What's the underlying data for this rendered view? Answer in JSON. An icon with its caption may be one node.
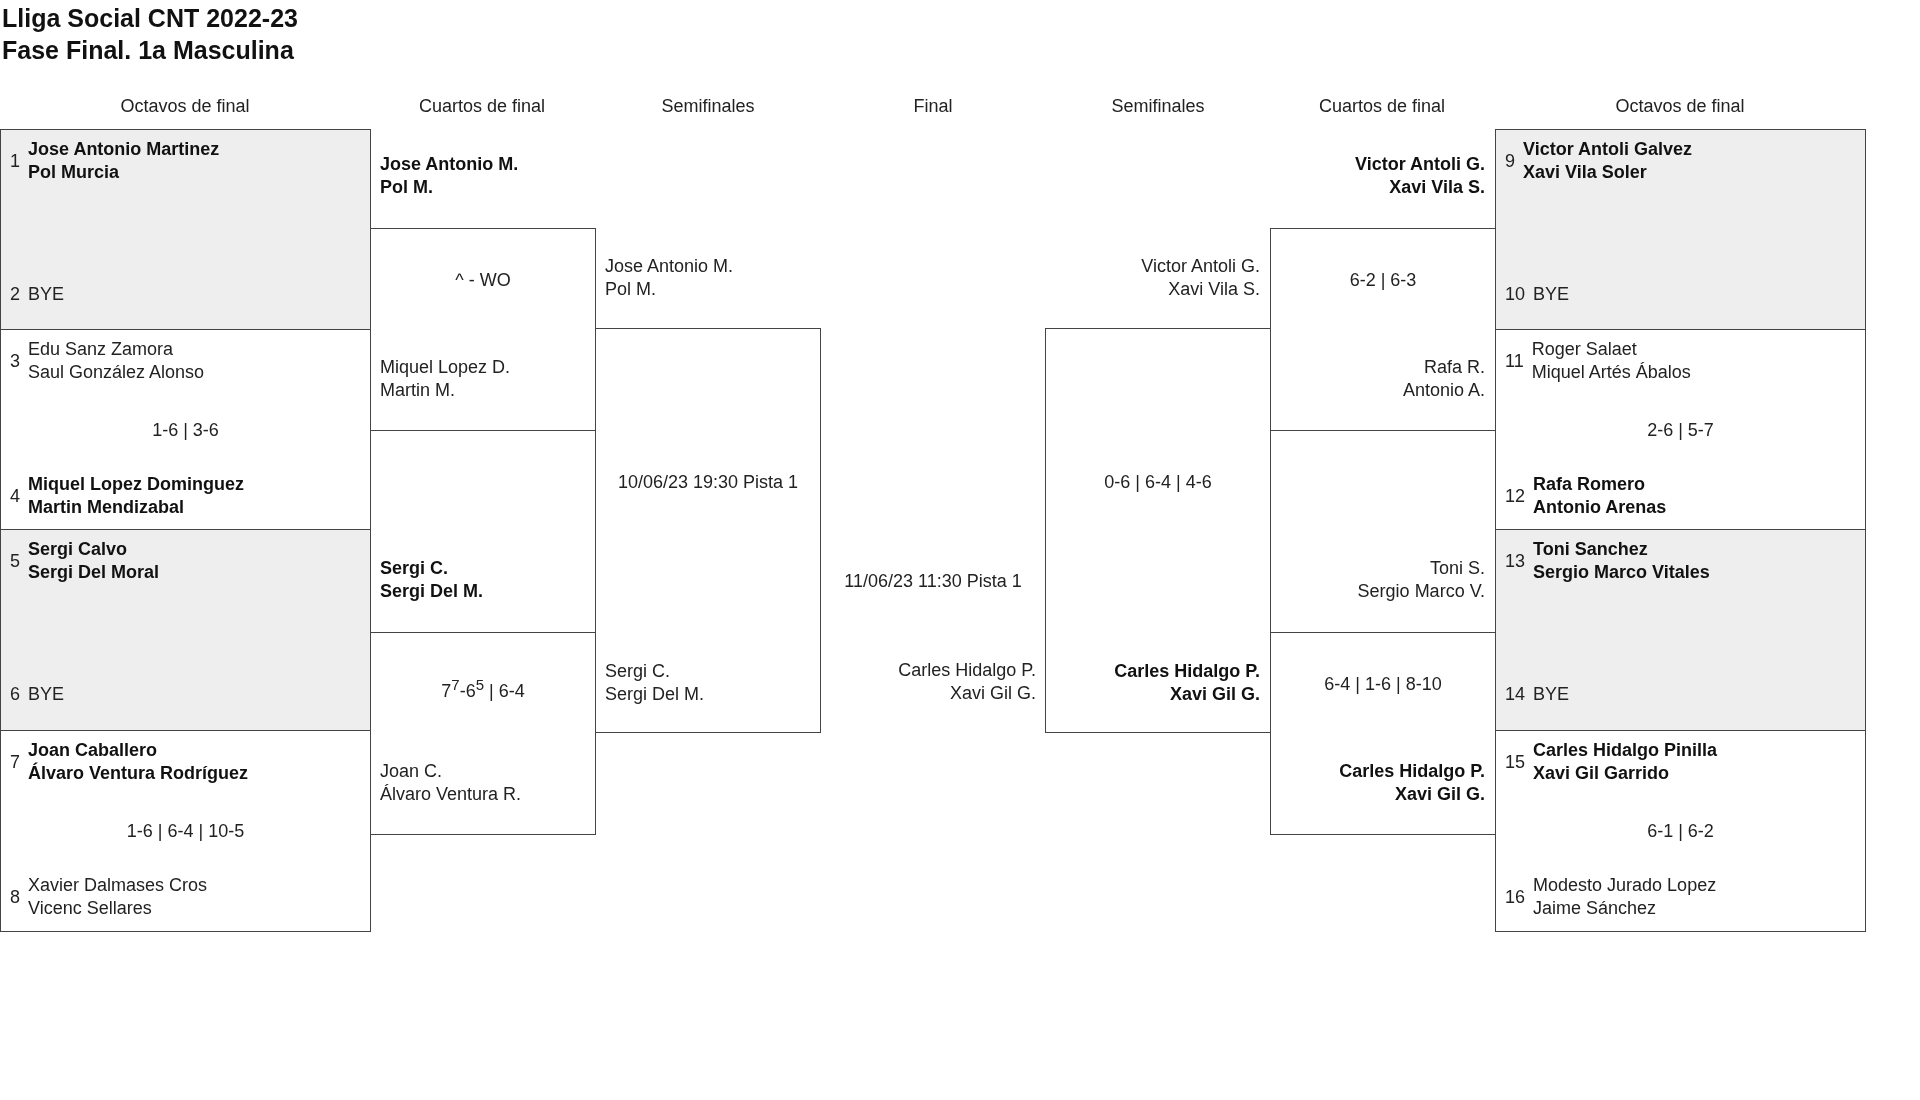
{
  "diagram": {
    "title": "Lliga Social CNT 2022-23 Fase Final. 1a Masculina",
    "nodes": [
      {
        "text": [
          "1",
          "Jose Antonio Martinez",
          "Pol Murcia",
          "2",
          "BYE"
        ]
      },
      {
        "text": [
          "3",
          "Edu Sanz Zamora",
          "Saul González Alonso",
          "1-6 | 3-6",
          "4",
          "Miquel Lopez Dominguez",
          "Martin Mendizabal"
        ]
      },
      {
        "text": [
          "5",
          "Sergi Calvo",
          "Sergi Del Moral",
          "6",
          "BYE"
        ]
      },
      {
        "text": [
          "7",
          "Joan Caballero",
          "Álvaro Ventura Rodríguez",
          "1-6 | 6-4 | 10-5",
          "8",
          "Xavier Dalmases Cros",
          "Vicenc Sellares"
        ]
      },
      {
        "text": [
          "^ - WO",
          "Miquel Lopez D.",
          "Martin M."
        ],
        "beside": [
          "Jose Antonio M.",
          "Pol M."
        ]
      },
      {
        "text": [
          "7$^{7}$-6$^{5}$ | 6-4",
          "Joan C.",
          "Álvaro Ventura R."
        ],
        "beside": [
          "Sergi C.",
          "Sergi Del M."
        ]
      },
      {
        "text": [
          "10/06/23 19:30 Pista 1",
          "Sergi C.",
          "Sergi Del M."
        ],
        "beside": [
          "Jose Antonio M.",
          "Pol M."
        ]
      },
      {
        "text": [
          "0-6 | 6-4 | 4-6",
          "Carles Hidalgo P.",
          "Xavi Gil G."
        ],
        "beside": [
          "Victor Antoli G.",
          "Xavi Vila S."
        ]
      },
      {
        "text": [
          "6-2 | 6-3",
          "Rafa R.",
          "Antonio A."
        ],
        "beside": [
          "Victor Antoli G.",
          "Xavi Vila S."
        ]
      },
      {
        "text": [
          "6-4 | 1-6 | 8-10",
          "Carles Hidalgo P.",
          "Xavi Gil G."
        ],
        "beside": [
          "Toni S.",
          "Sergio Marco V."
        ]
      },
      {
        "text": [
          "9",
          "Victor Antoli Galvez",
          "Xavi Vila Soler",
          "10",
          "BYE"
        ]
      },
      {
        "text": [
          "11",
          "Roger Salaet",
          "Miquel Artés Ábalos",
          "2-6 | 5-7",
          "12",
          "Rafa Romero",
          "Antonio Arenas"
        ]
      },
      {
        "text": [
          "13",
          "Toni Sanchez",
          "Sergio Marco Vitales",
          "14",
          "BYE"
        ]
      },
      {
        "text": [
          "15",
          "Carles Hidalgo Pinilla",
          "Xavi Gil Garrido",
          "6-1 | 6-2",
          "16",
          "Modesto Jurado Lopez",
          "Jaime Sánchez"
        ]
      }
    ],
    "labels": [
      "Octavos de final",
      "Cuartos de final",
      "Semifinales",
      "Final",
      "Semifinales",
      "Cuartos de final",
      "Octavos de final",
      "11/06/23 11:30 Pista 1",
      "Carles Hidalgo P.",
      "Xavi Gil G."
    ]
  }
}
